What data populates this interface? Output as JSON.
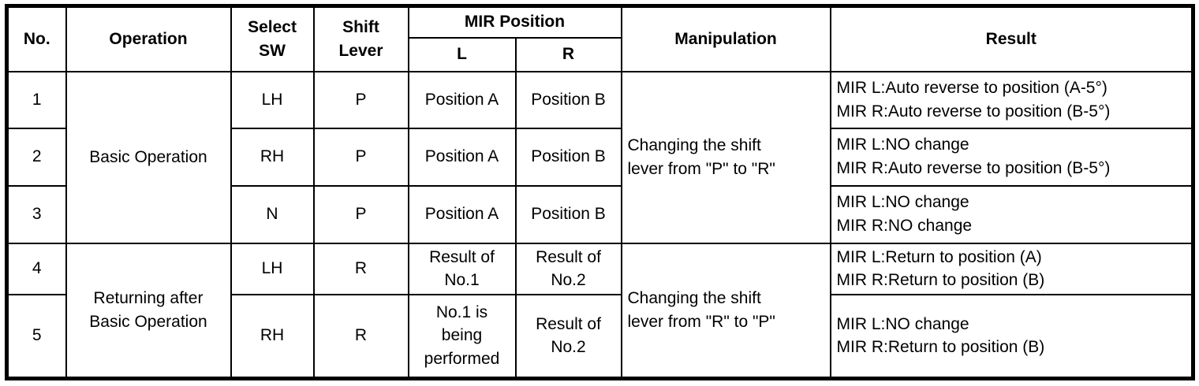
{
  "table": {
    "header": {
      "no": "No.",
      "operation": "Operation",
      "select_sw": "Select\nSW",
      "shift_lever": "Shift\nLever",
      "mir_position": "MIR Position",
      "mir_l": "L",
      "mir_r": "R",
      "manipulation": "Manipulation",
      "result": "Result"
    },
    "operation_groups": [
      {
        "label": "Basic Operation",
        "rows": [
          1,
          2,
          3
        ]
      },
      {
        "label": "Returning after\nBasic Operation",
        "rows": [
          4,
          5
        ]
      }
    ],
    "manipulation_groups": [
      {
        "label": "Changing the shift\nlever from \"P\" to \"R\"",
        "rows": [
          1,
          2,
          3
        ]
      },
      {
        "label": "Changing the shift\nlever from \"R\" to \"P\"",
        "rows": [
          4,
          5
        ]
      }
    ],
    "rows": [
      {
        "no": "1",
        "select_sw": "LH",
        "shift_lever": "P",
        "mir_l": "Position A",
        "mir_r": "Position B",
        "result": "MIR L:Auto reverse to position (A-5°)\nMIR R:Auto reverse to position (B-5°)"
      },
      {
        "no": "2",
        "select_sw": "RH",
        "shift_lever": "P",
        "mir_l": "Position A",
        "mir_r": "Position B",
        "result": "MIR L:NO change\nMIR R:Auto reverse to position (B-5°)"
      },
      {
        "no": "3",
        "select_sw": "N",
        "shift_lever": "P",
        "mir_l": "Position A",
        "mir_r": "Position B",
        "result": "MIR L:NO change\nMIR R:NO change"
      },
      {
        "no": "4",
        "select_sw": "LH",
        "shift_lever": "R",
        "mir_l": "Result of\nNo.1",
        "mir_r": "Result of\nNo.2",
        "result": "MIR L:Return to position (A)\nMIR R:Return to position (B)"
      },
      {
        "no": "5",
        "select_sw": "RH",
        "shift_lever": "R",
        "mir_l": "No.1 is\nbeing\nperformed",
        "mir_r": "Result of\nNo.2",
        "result": "MIR L:NO change\nMIR R:Return to position (B)"
      }
    ],
    "colors": {
      "border": "#000000",
      "background": "#ffffff",
      "text": "#000000"
    }
  }
}
